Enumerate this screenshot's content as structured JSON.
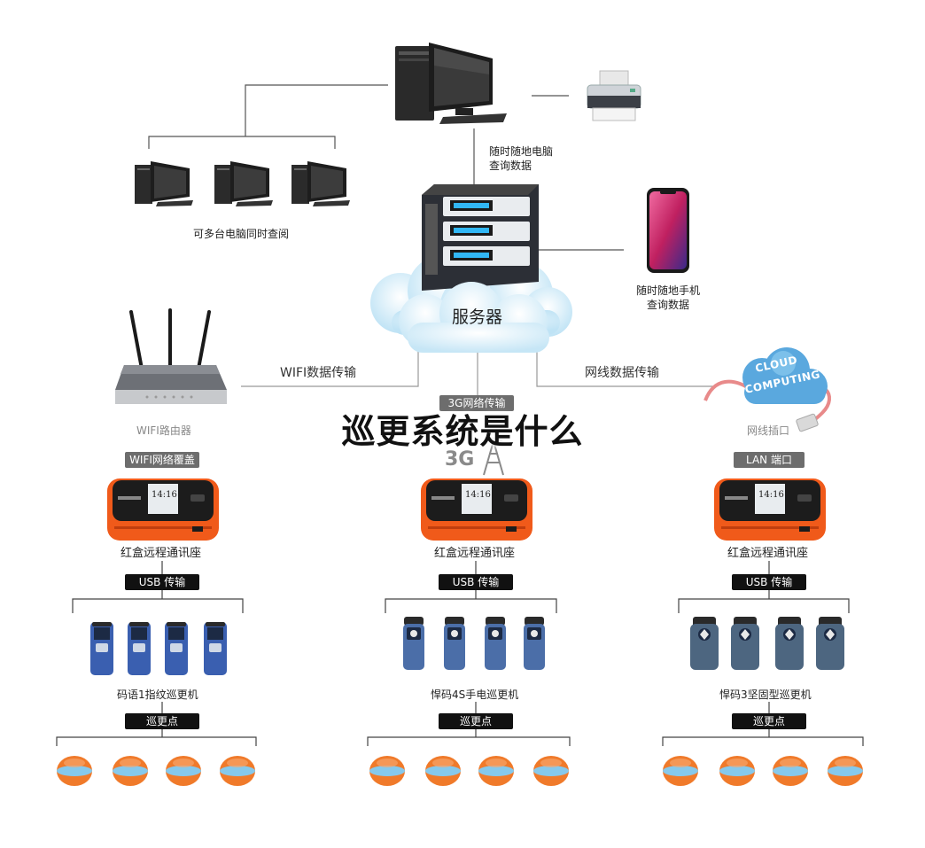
{
  "title": "巡更系统是什么",
  "server": {
    "label": "服务器"
  },
  "captions": {
    "pc_query": [
      "随时随地电脑",
      "查询数据"
    ],
    "multi_pc": "可多台电脑同时查阅",
    "phone_query": [
      "随时随地手机",
      "查询数据"
    ],
    "wifi_transfer": "WIFI数据传输",
    "lan_transfer": "网线数据传输",
    "g3_transfer": "3G网络传输",
    "wifi_router": "WIFI路由器",
    "lan_port": "网线插口",
    "g3_logo": "3G"
  },
  "cloud_logo": {
    "line1": "CLOUD",
    "line2": "COMPUTING"
  },
  "columns": [
    {
      "cover_label": "WIFI网络覆盖",
      "base_label": "红盒远程通讯座",
      "usb_label": "USB 传输",
      "device_label": "码语1指纹巡更机",
      "point_label": "巡更点",
      "screen_time": "14:16"
    },
    {
      "cover_label": "",
      "base_label": "红盒远程通讯座",
      "usb_label": "USB 传输",
      "device_label": "悍码4S手电巡更机",
      "point_label": "巡更点",
      "screen_time": "14:16"
    },
    {
      "cover_label": "LAN 端口",
      "base_label": "红盒远程通讯座",
      "usb_label": "USB 传输",
      "device_label": "悍码3坚固型巡更机",
      "point_label": "巡更点",
      "screen_time": "14:16"
    }
  ],
  "colors": {
    "accent_orange": "#f05a1a",
    "line_gray": "#8a8a8a",
    "pill_black": "#111111",
    "device_blue": "#3a5fb0",
    "device_slate": "#4d6680",
    "cloud_blue": "#5aa8de"
  }
}
